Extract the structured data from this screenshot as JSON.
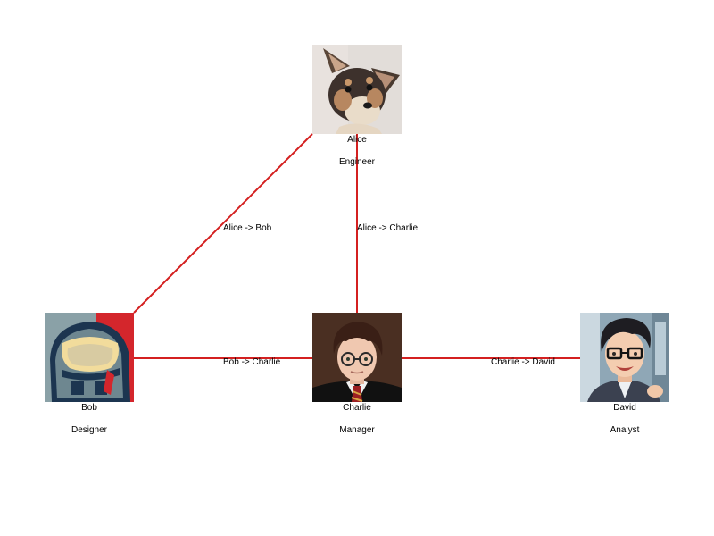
{
  "colors": {
    "edge": "#d42020",
    "background": "#ffffff",
    "text": "#000000"
  },
  "nodes": [
    {
      "id": "alice",
      "name": "Alice",
      "role": "Engineer",
      "avatar": "corgi-dog-photo"
    },
    {
      "id": "bob",
      "name": "Bob",
      "role": "Designer",
      "avatar": "armored-helmet-poster"
    },
    {
      "id": "charlie",
      "name": "Charlie",
      "role": "Manager",
      "avatar": "young-wizard-glasses-photo"
    },
    {
      "id": "david",
      "name": "David",
      "role": "Analyst",
      "avatar": "anime-man-glasses-illustration"
    }
  ],
  "edges": [
    {
      "from": "alice",
      "to": "bob",
      "label": "Alice -> Bob"
    },
    {
      "from": "alice",
      "to": "charlie",
      "label": "Alice -> Charlie"
    },
    {
      "from": "bob",
      "to": "charlie",
      "label": "Bob -> Charlie"
    },
    {
      "from": "charlie",
      "to": "david",
      "label": "Charlie -> David"
    }
  ]
}
